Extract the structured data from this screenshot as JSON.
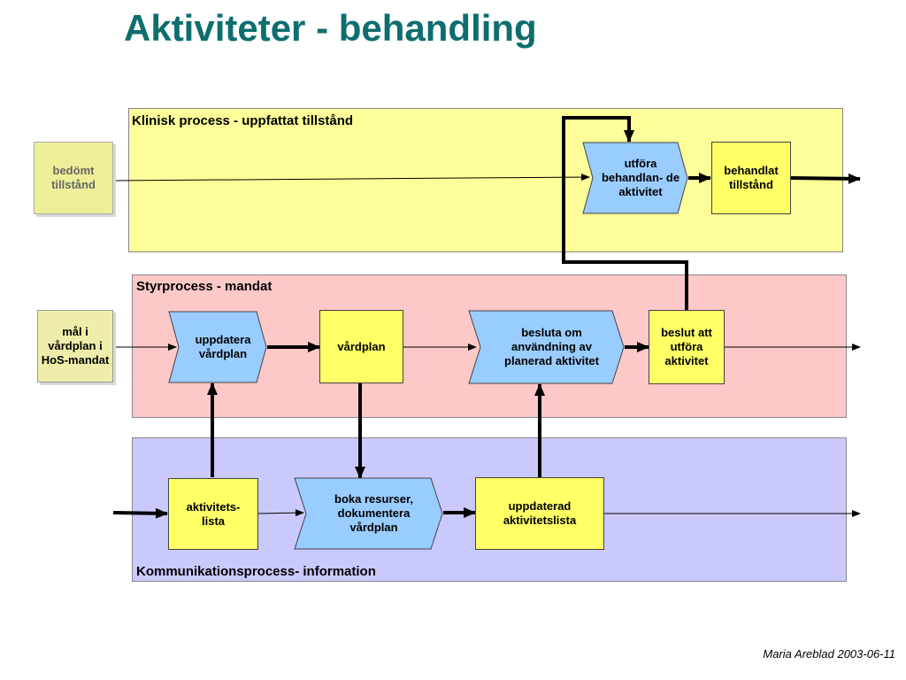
{
  "title": "Aktiviteter - behandling",
  "colors": {
    "title": "#0e6e6e",
    "lane_clinical": "#fdfd99",
    "lane_control": "#fdc8c8",
    "lane_communication": "#c9c9fd",
    "box_yellow": "#ffff66",
    "chevron_blue": "#99ccff"
  },
  "lanes": {
    "clinical": "Klinisk process - uppfattat tillstånd",
    "control": "Styrprocess - mandat",
    "communication": "Kommunikationsprocess- information"
  },
  "inputs": {
    "assessed": "bedömt tillstånd",
    "goal": "mål i vårdplan i HoS-mandat"
  },
  "nodes": {
    "perform_activity": "utföra behandlan- de aktivitet",
    "treated_state": "behandlat tillstånd",
    "update_careplan": "uppdatera vårdplan",
    "careplan": "vårdplan",
    "decide_use": "besluta om användning av planerad aktivitet",
    "decision_perform": "beslut att utföra aktivitet",
    "activity_list": "aktivitets- lista",
    "book_resources": "boka resurser, dokumentera vårdplan",
    "updated_list": "uppdaterad aktivitetslista"
  },
  "footer": "Maria Areblad 2003-06-11"
}
